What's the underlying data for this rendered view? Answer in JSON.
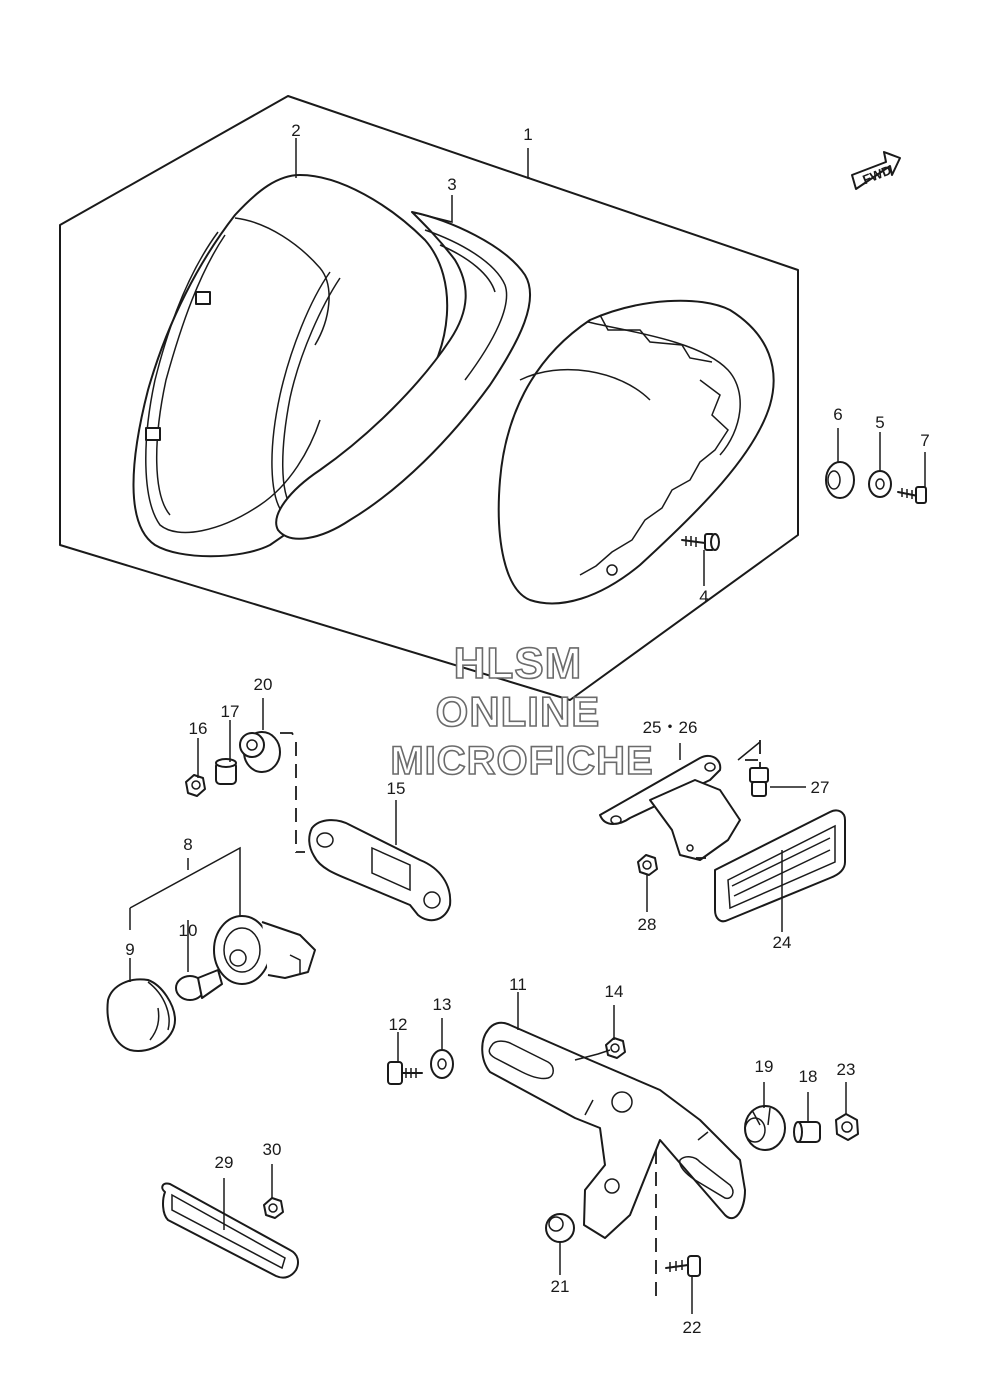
{
  "diagram": {
    "direction_label": "FWD",
    "watermark": {
      "line1": "HLSM",
      "line2": "ONLINE",
      "line3": "MICROFICHE"
    },
    "callouts": {
      "c1": "1",
      "c2": "2",
      "c3": "3",
      "c4": "4",
      "c5": "5",
      "c6": "6",
      "c7": "7",
      "c8": "8",
      "c9": "9",
      "c10": "10",
      "c11": "11",
      "c12": "12",
      "c13": "13",
      "c14": "14",
      "c15": "15",
      "c16": "16",
      "c17": "17",
      "c18": "18",
      "c19": "19",
      "c20": "20",
      "c21": "21",
      "c22": "22",
      "c23": "23",
      "c24": "24",
      "c2526": "25・26",
      "c27": "27",
      "c28": "28",
      "c29": "29",
      "c30": "30"
    }
  }
}
